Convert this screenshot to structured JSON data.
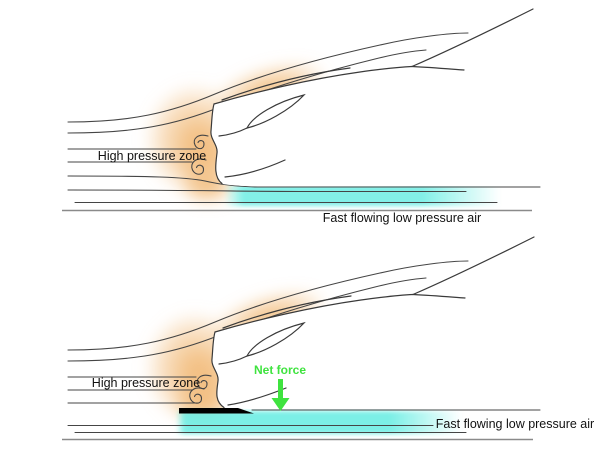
{
  "figure": {
    "type": "aerodynamics-diagram",
    "panels_count": 2
  },
  "colors": {
    "high_pressure_glow": "#f2bd7e",
    "low_pressure_band": "#6eeee4",
    "net_force_green": "#3fe33f",
    "stream_line": "#454545",
    "ground_line": "#8a8a8a",
    "splitter": "#000000",
    "label_text": "#111111"
  },
  "diagrams": [
    {
      "name": "car-front-without-splitter",
      "high_pressure_label": "High pressure zone",
      "low_pressure_label": "Fast flowing low pressure air"
    },
    {
      "name": "car-front-with-splitter",
      "high_pressure_label": "High pressure zone",
      "low_pressure_label": "Fast flowing low pressure air",
      "net_force_label": "Net force"
    }
  ]
}
